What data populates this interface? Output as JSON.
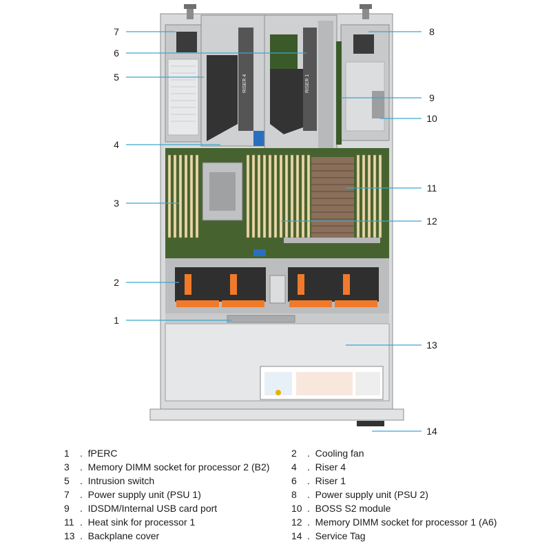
{
  "callouts": [
    {
      "num": "1",
      "label": "fPERC"
    },
    {
      "num": "2",
      "label": "Cooling fan"
    },
    {
      "num": "3",
      "label": "Memory DIMM socket for processor 2 (B2)"
    },
    {
      "num": "4",
      "label": "Riser 4"
    },
    {
      "num": "5",
      "label": "Intrusion switch"
    },
    {
      "num": "6",
      "label": "Riser 1"
    },
    {
      "num": "7",
      "label": "Power supply unit (PSU 1)"
    },
    {
      "num": "8",
      "label": "Power supply unit (PSU 2)"
    },
    {
      "num": "9",
      "label": "IDSDM/Internal USB card port"
    },
    {
      "num": "10",
      "label": "BOSS S2 module"
    },
    {
      "num": "11",
      "label": "Heat sink for processor 1"
    },
    {
      "num": "12",
      "label": "Memory DIMM socket for processor 1 (A6)"
    },
    {
      "num": "13",
      "label": "Backplane cover"
    },
    {
      "num": "14",
      "label": "Service Tag"
    }
  ],
  "riser_labels": {
    "riser4": "RISER 4",
    "riser1": "RISER 1"
  },
  "colors": {
    "callout_line": "#3aa6d0",
    "fan_accent": "#f07a2a",
    "chassis": "#e6e7e8",
    "board": "#46632f"
  }
}
